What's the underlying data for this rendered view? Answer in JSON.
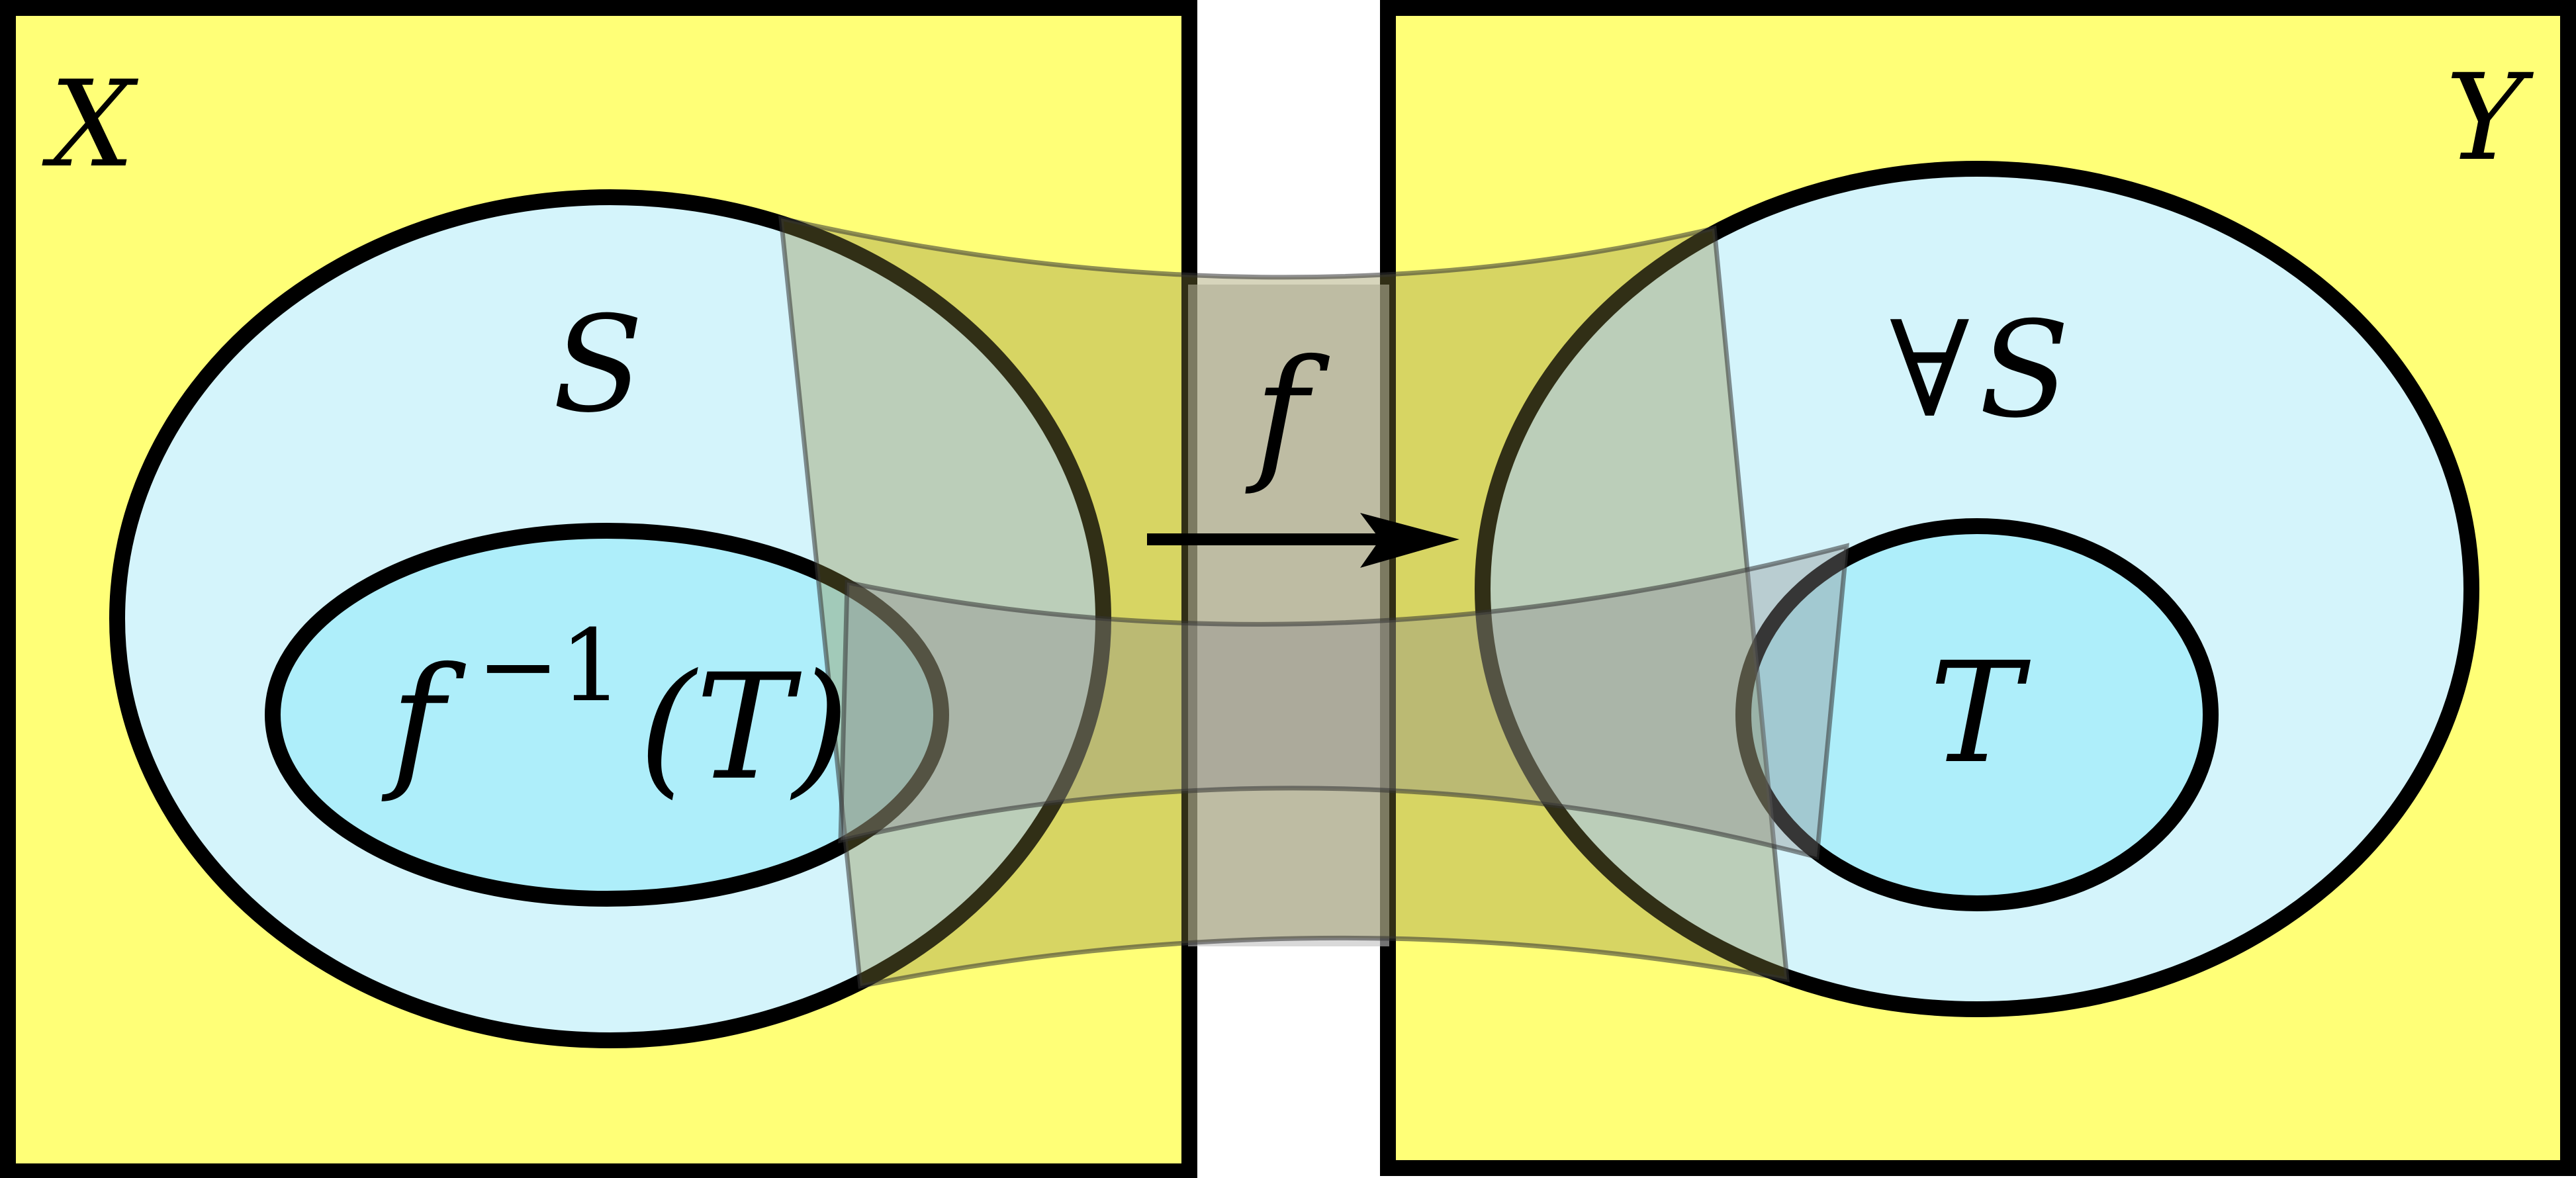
{
  "diagram": {
    "left_set": {
      "label": "X"
    },
    "right_set": {
      "label": "Y"
    },
    "left_ellipse": {
      "label": "S"
    },
    "left_inner_ellipse": {
      "label_main": "f",
      "label_exponent": "−1",
      "label_argument": "(T)"
    },
    "right_ellipse": {
      "label_symbol": "∀",
      "label_main": "S"
    },
    "right_inner_ellipse": {
      "label": "T"
    },
    "mapping": {
      "label": "f"
    },
    "colors": {
      "set_fill": "#ffff77",
      "outer_ellipse_fill": "#d4f4fb",
      "inner_ellipse_fill": "#aeeefa",
      "outline": "#000000",
      "band_outer": "#ada875",
      "band_inner": "#a8a8a8",
      "gap_band": "#bfbfbf"
    }
  }
}
